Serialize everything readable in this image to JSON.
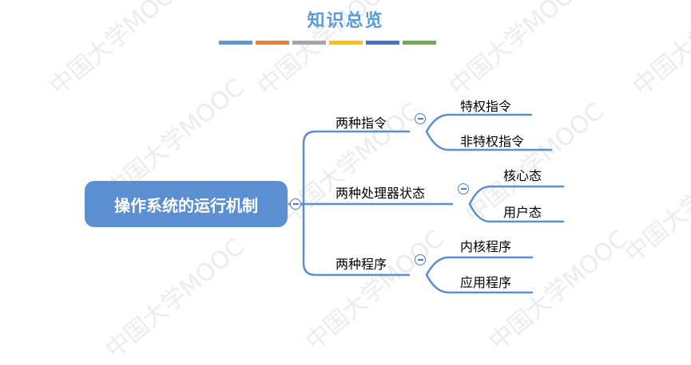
{
  "header": {
    "title": "知识总览",
    "color_bars": [
      "#5b9bd5",
      "#ed7d31",
      "#a5a5a5",
      "#ffc000",
      "#4472c4",
      "#70ad47"
    ]
  },
  "watermark": "中国大学MOOC",
  "mindmap": {
    "root": "操作系统的运行机制",
    "branches": [
      {
        "label": "两种指令",
        "children": [
          "特权指令",
          "非特权指令"
        ]
      },
      {
        "label": "两种处理器状态",
        "children": [
          "核心态",
          "用户态"
        ]
      },
      {
        "label": "两种程序",
        "children": [
          "内核程序",
          "应用程序"
        ]
      }
    ],
    "colors": {
      "line": "#5b8fd1",
      "root_fill": "#5b8fd1"
    }
  }
}
